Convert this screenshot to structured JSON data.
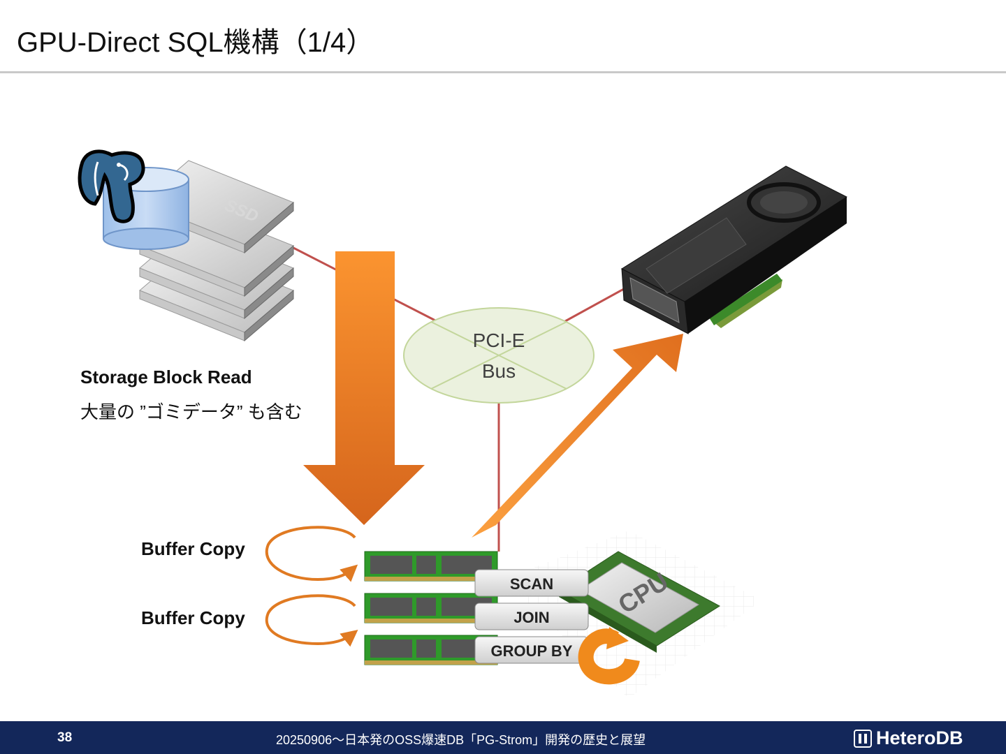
{
  "slide": {
    "title": "GPU-Direct SQL機構（1/4）"
  },
  "diagram": {
    "bus_label_line1": "PCI-E",
    "bus_label_line2": "Bus",
    "storage_label": "Storage Block Read",
    "storage_sublabel": "大量の ”ゴミデータ” も含む",
    "buffer_copy_1": "Buffer Copy",
    "buffer_copy_2": "Buffer Copy",
    "ssd_label": "SSD",
    "cpu_label": "CPU",
    "ops": [
      "SCAN",
      "JOIN",
      "GROUP BY"
    ]
  },
  "footer": {
    "page_number": "38",
    "text": "20250906〜日本発のOSS爆速DB「PG-Strom」開発の歴史と展望",
    "brand": "HeteroDB"
  }
}
